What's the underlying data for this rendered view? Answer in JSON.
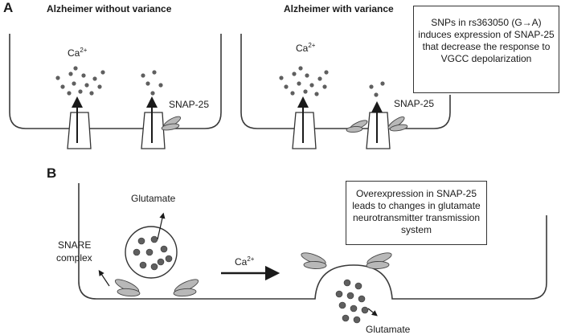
{
  "panel_a": {
    "letter": "A",
    "left_title": "Alzheimer without variance",
    "right_title": "Alzheimer with variance",
    "ion_base": "Ca",
    "ion_charge": "2+",
    "protein_label": "SNAP-25",
    "note": "SNPs in rs363050 (G→A) induces expression of SNAP-25 that decrease the response to VGCC depolarization"
  },
  "panel_b": {
    "letter": "B",
    "vesicle_label": "Glutamate",
    "complex_label_line1": "SNARE",
    "complex_label_line2": "complex",
    "ion_base": "Ca",
    "ion_charge": "2+",
    "released_label": "Glutamate",
    "note": "Overexpression in SNAP-25 leads to changes in glutamate neurotransmitter transmission system"
  },
  "colors": {
    "dot": "#5f5f5f",
    "leaf": "#b8b8b8",
    "line": "#3a3a3a"
  }
}
